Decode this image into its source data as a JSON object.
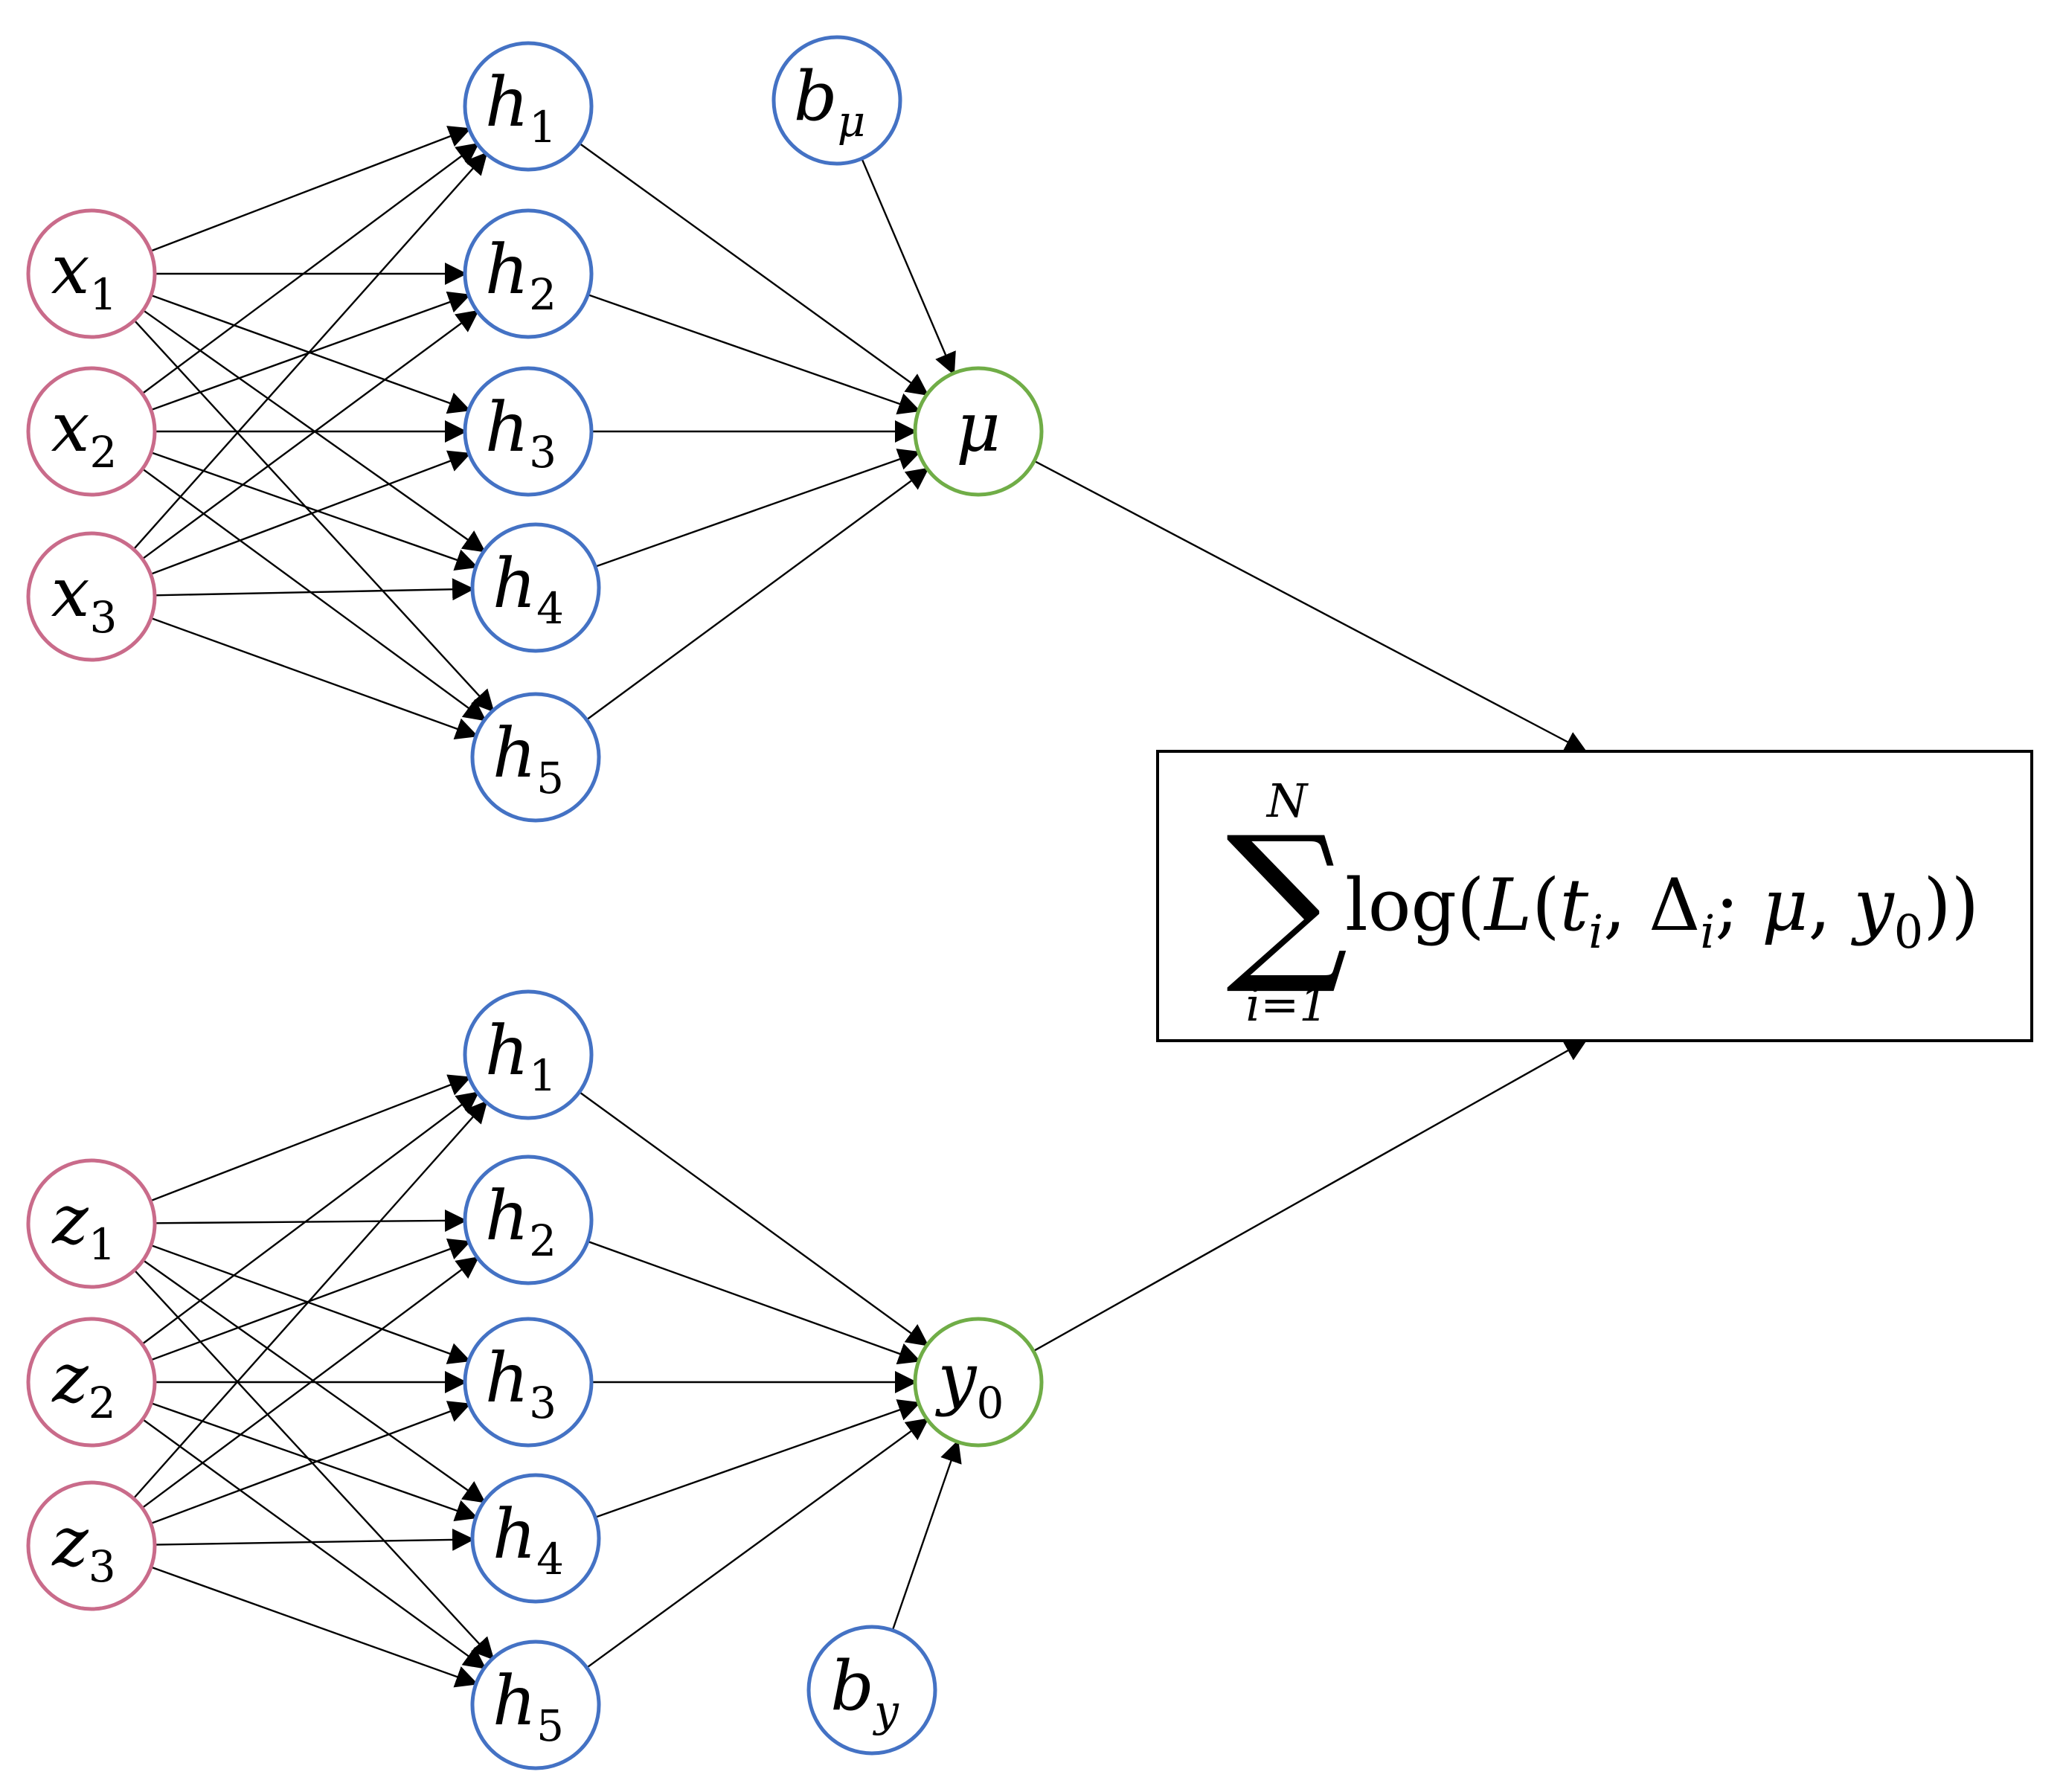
{
  "colors": {
    "input_stroke": "#c96b8a",
    "hidden_stroke": "#4472c4",
    "output_stroke": "#70ad47",
    "edge": "#000000",
    "box_stroke": "#000000"
  },
  "top_network": {
    "inputs": [
      {
        "base": "x",
        "sub": "1"
      },
      {
        "base": "x",
        "sub": "2"
      },
      {
        "base": "x",
        "sub": "3"
      }
    ],
    "hidden": [
      {
        "base": "h",
        "sub": "1"
      },
      {
        "base": "h",
        "sub": "2"
      },
      {
        "base": "h",
        "sub": "3"
      },
      {
        "base": "h",
        "sub": "4"
      },
      {
        "base": "h",
        "sub": "5"
      }
    ],
    "bias": {
      "base": "b",
      "sub": "μ"
    },
    "output": {
      "base": "μ",
      "sub": ""
    }
  },
  "bottom_network": {
    "inputs": [
      {
        "base": "z",
        "sub": "1"
      },
      {
        "base": "z",
        "sub": "2"
      },
      {
        "base": "z",
        "sub": "3"
      }
    ],
    "hidden": [
      {
        "base": "h",
        "sub": "1"
      },
      {
        "base": "h",
        "sub": "2"
      },
      {
        "base": "h",
        "sub": "3"
      },
      {
        "base": "h",
        "sub": "4"
      },
      {
        "base": "h",
        "sub": "5"
      }
    ],
    "bias": {
      "base": "b",
      "sub": "y"
    },
    "output": {
      "base": "y",
      "sub": "0"
    }
  },
  "loss_box": {
    "sum_symbol": "∑",
    "upper_limit": "N",
    "lower_limit": "i=1",
    "expression_parts": [
      {
        "text": "log(",
        "italic": false
      },
      {
        "text": "L",
        "italic": true
      },
      {
        "text": "(",
        "italic": false
      },
      {
        "text": "t",
        "italic": true
      },
      {
        "text": "i",
        "italic": true,
        "sub": true
      },
      {
        "text": ", Δ",
        "italic": false
      },
      {
        "text": "i",
        "italic": true,
        "sub": true
      },
      {
        "text": "; ",
        "italic": false
      },
      {
        "text": "μ",
        "italic": true
      },
      {
        "text": ", ",
        "italic": false
      },
      {
        "text": "y",
        "italic": true
      },
      {
        "text": "0",
        "italic": false,
        "sub": true
      },
      {
        "text": "))",
        "italic": false
      }
    ]
  }
}
